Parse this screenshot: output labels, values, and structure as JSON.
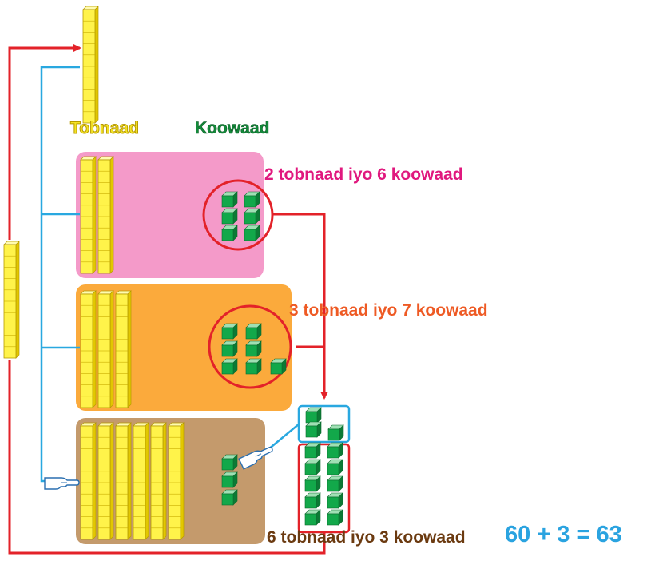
{
  "headers": {
    "tens": "Tobnaad",
    "ones": "Koowaad"
  },
  "rows": [
    {
      "tens": 2,
      "ones": 6,
      "caption": "2 tobnaad iyo 6 koowaad",
      "panel_color": "#f49ac9",
      "caption_color": "#e0187e"
    },
    {
      "tens": 3,
      "ones": 7,
      "caption": "3 tobnaad iyo 7 koowaad",
      "panel_color": "#fbaa3c",
      "caption_color": "#ee5a24"
    },
    {
      "tens": 6,
      "ones": 3,
      "caption": "6 tobnaad iyo 3 koowaad",
      "panel_color": "#c49a6c",
      "caption_color": "#6b3a10"
    }
  ],
  "equation": "60 + 3 = 63",
  "colors": {
    "tens_rod": "#fff34a",
    "ones_cube": "#12a84a",
    "arrow_red": "#e32229",
    "line_blue": "#29a8e0",
    "equation": "#2aa3e0"
  },
  "icons": [
    "pointing-hand-icon",
    "pointing-hand-icon"
  ]
}
